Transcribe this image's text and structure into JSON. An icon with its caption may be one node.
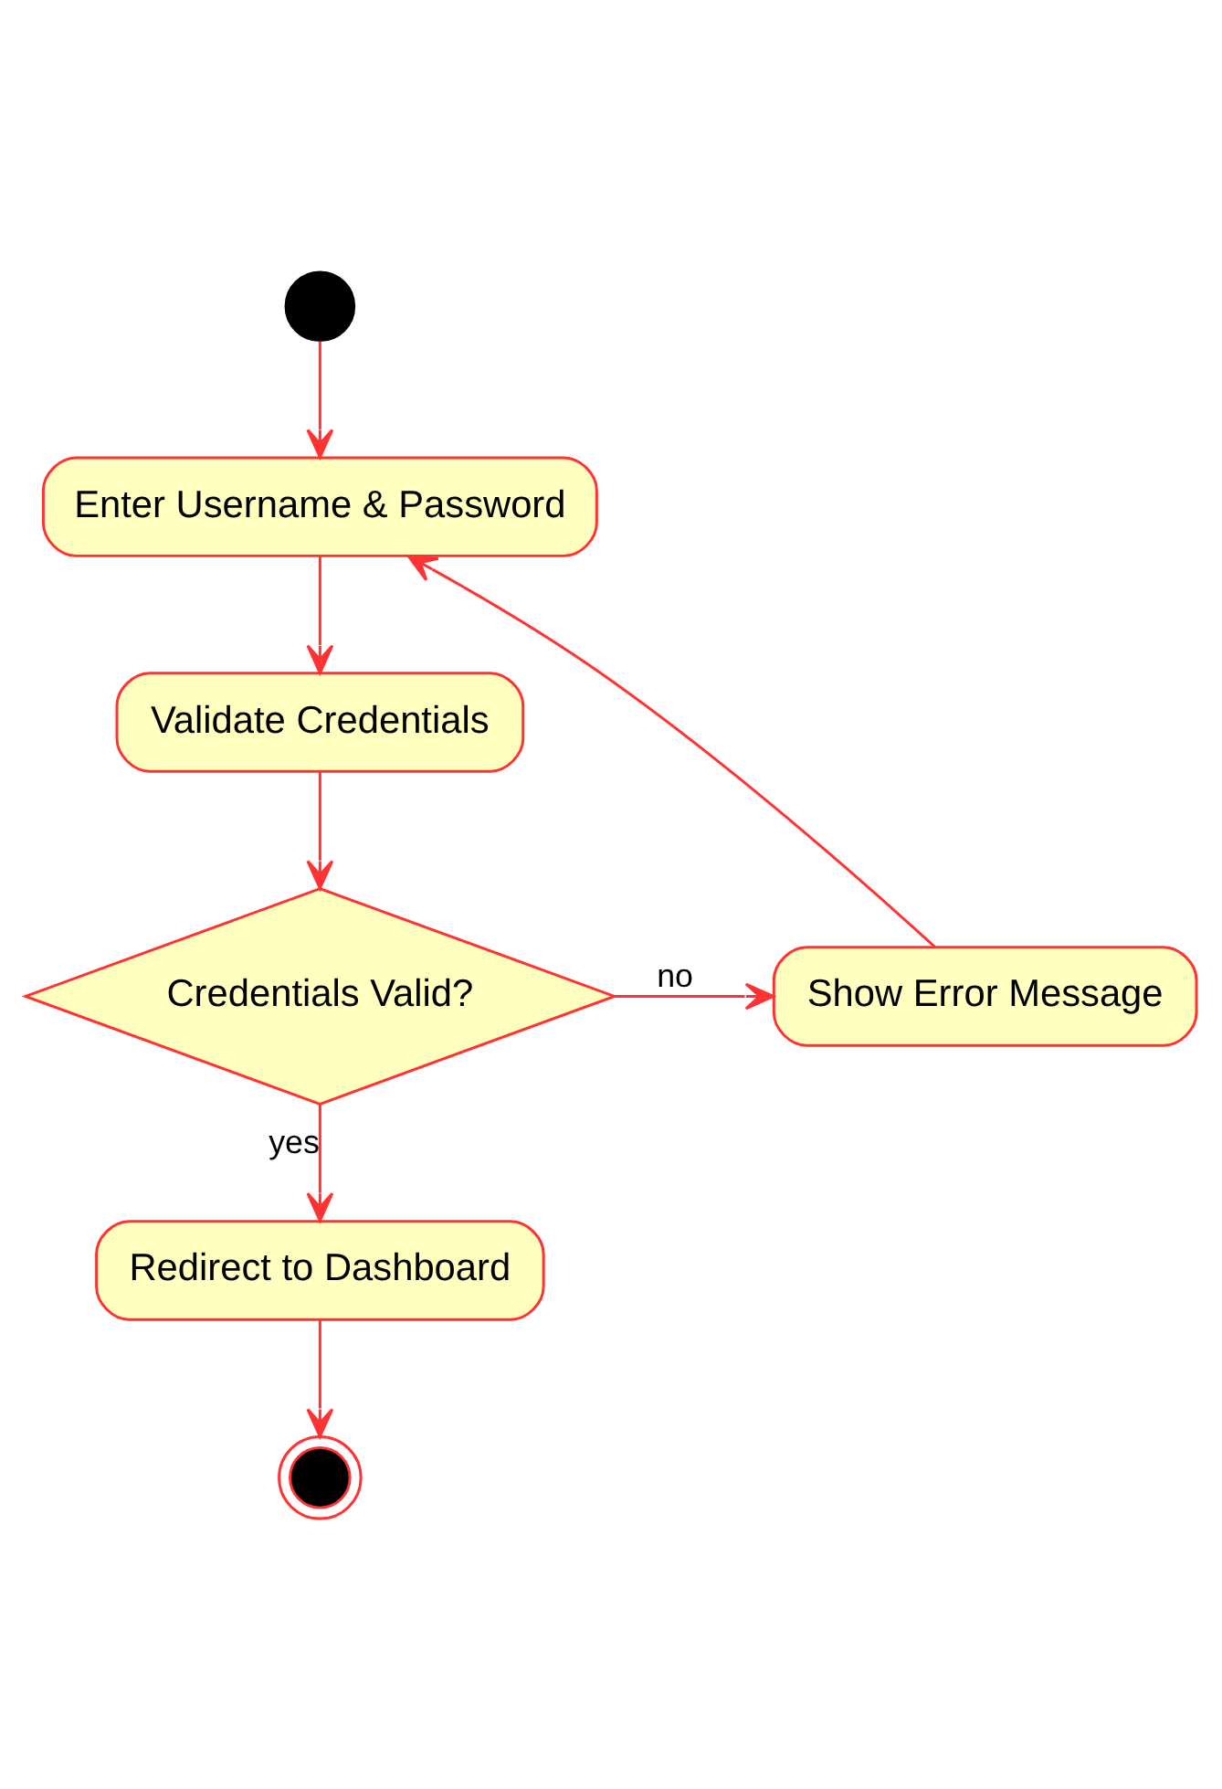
{
  "diagram": {
    "nodes": [
      {
        "text": [],
        "shape": "circle"
      },
      {
        "text": [
          "Enter Username & Password"
        ]
      },
      {
        "text": [
          "Validate Credentials"
        ]
      },
      {
        "text": [
          "Credentials Valid?"
        ]
      },
      {
        "text": [
          "Show Error Message"
        ]
      },
      {
        "text": [
          "Redirect to Dashboard"
        ]
      },
      {
        "text": [],
        "shape": "circle"
      }
    ],
    "edges": [
      {
        "from": 0,
        "to": 1,
        "arrow": "to"
      },
      {
        "from": 1,
        "to": 2,
        "arrow": "to"
      },
      {
        "from": 2,
        "to": 3,
        "arrow": "to"
      },
      {
        "from": 3,
        "to": 4,
        "arrow": "to",
        "label": "no"
      },
      {
        "from": 4,
        "to": 1,
        "arrow": "to"
      },
      {
        "from": 3,
        "to": 5,
        "arrow": "to",
        "label": "yes"
      },
      {
        "from": 5,
        "to": 6,
        "arrow": "to"
      }
    ]
  }
}
